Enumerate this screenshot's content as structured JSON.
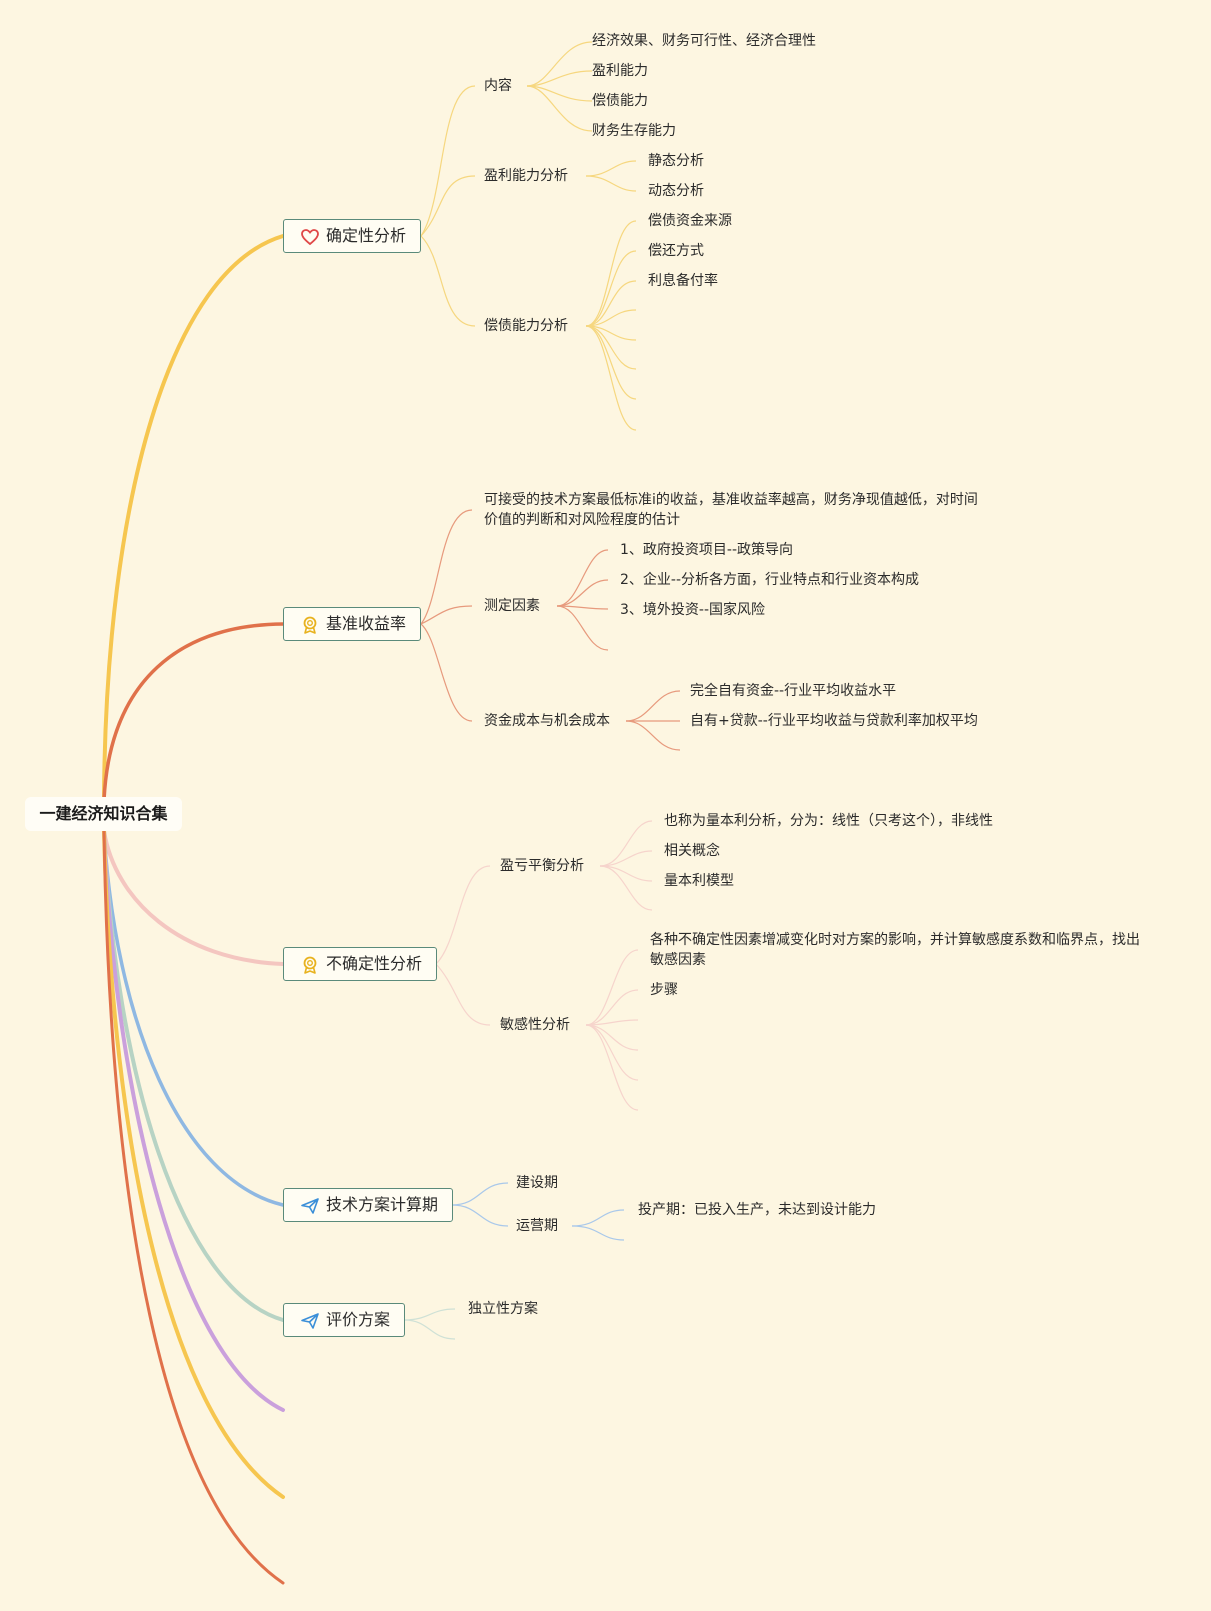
{
  "root": "一建经济知识合集",
  "colors": {
    "background": "#fdf6e1",
    "branch_yellow": "#f6c64f",
    "branch_orange": "#e0714a",
    "branch_pink": "#f4c6c0",
    "branch_blue": "#8fb8e2",
    "branch_sage": "#b7d3c4",
    "branch_purple": "#caa0dc",
    "topic_border": "#5a8a7a"
  },
  "topics": {
    "certainty": {
      "label": "确定性分析",
      "icon": "heart-icon",
      "content": {
        "label": "内容",
        "items": [
          "经济效果、财务可行性、经济合理性",
          "盈利能力",
          "偿债能力",
          "财务生存能力"
        ]
      },
      "profit": {
        "label": "盈利能力分析",
        "items": [
          "静态分析",
          "动态分析"
        ]
      },
      "solvency": {
        "label": "偿债能力分析",
        "items": [
          "偿债资金来源",
          "偿还方式",
          "利息备付率"
        ]
      }
    },
    "benchmark": {
      "label": "基准收益率",
      "icon": "award-icon",
      "definition": "可接受的技术方案最低标准i的收益，基准收益率越高，财务净现值越低，对时间价值的判断和对风险程度的估计",
      "factors": {
        "label": "测定因素",
        "items": [
          "1、政府投资项目--政策导向",
          "2、企业--分析各方面，行业特点和行业资本构成",
          "3、境外投资--国家风险"
        ]
      },
      "capital": {
        "label": "资金成本与机会成本",
        "items": [
          "完全自有资金--行业平均收益水平",
          "自有+贷款--行业平均收益与贷款利率加权平均"
        ]
      }
    },
    "uncertainty": {
      "label": "不确定性分析",
      "icon": "award-icon",
      "breakeven": {
        "label": "盈亏平衡分析",
        "items": [
          "也称为量本利分析，分为：线性（只考这个），非线性",
          "相关概念",
          "量本利模型"
        ]
      },
      "sensitivity": {
        "label": "敏感性分析",
        "items": [
          "各种不确定性因素增减变化时对方案的影响，并计算敏感度系数和临界点，找出敏感因素",
          "步骤"
        ]
      }
    },
    "period": {
      "label": "技术方案计算期",
      "icon": "paper-plane-icon",
      "construction": "建设期",
      "operation": {
        "label": "运营期",
        "items": [
          "投产期：已投入生产，未达到设计能力"
        ]
      }
    },
    "evaluation": {
      "label": "评价方案",
      "icon": "paper-plane-icon",
      "items": [
        "独立性方案"
      ]
    }
  }
}
